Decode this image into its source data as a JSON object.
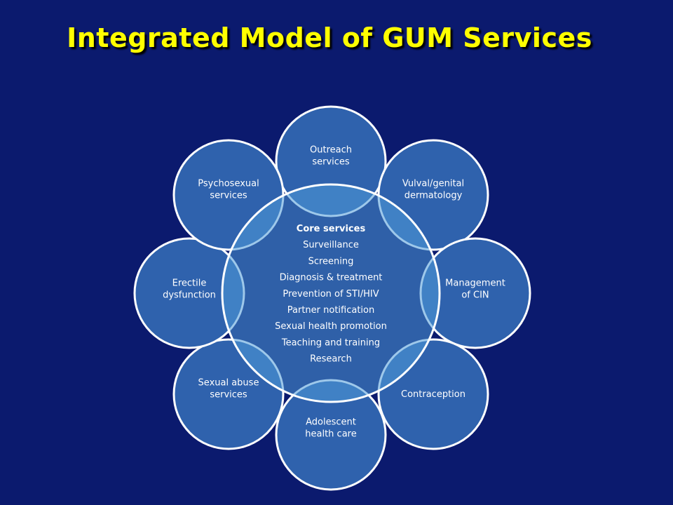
{
  "title": "Integrated Model of GUM Services",
  "colors": {
    "background": "#0b1a6e",
    "title": "#ffff00",
    "satellite_fill": "#2f62ad",
    "core_fill": "#4f9ad8",
    "outline": "#ffffff"
  },
  "core": {
    "heading": "Core services",
    "items": [
      "Surveillance",
      "Screening",
      "Diagnosis & treatment",
      "Prevention of STI/HIV",
      "Partner notification",
      "Sexual health promotion",
      "Teaching and training",
      "Research"
    ]
  },
  "satellites": [
    {
      "lines": [
        "Outreach",
        "services"
      ]
    },
    {
      "lines": [
        "Vulval/genital",
        "dermatology"
      ]
    },
    {
      "lines": [
        "Management",
        "of CIN"
      ]
    },
    {
      "lines": [
        "Contraception"
      ]
    },
    {
      "lines": [
        "Adolescent",
        "health care"
      ]
    },
    {
      "lines": [
        "Sexual abuse",
        "services"
      ]
    },
    {
      "lines": [
        "Erectile",
        "dysfunction"
      ]
    },
    {
      "lines": [
        "Psychosexual",
        "services"
      ]
    }
  ]
}
